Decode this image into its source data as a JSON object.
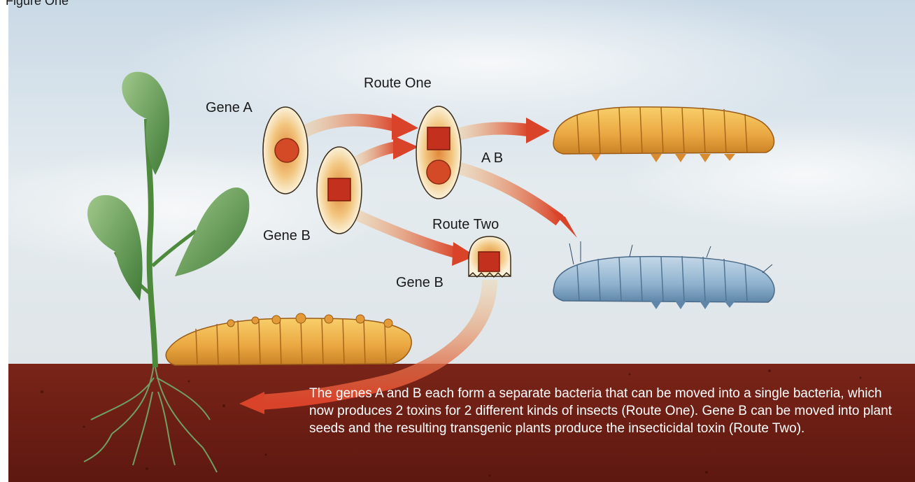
{
  "figure": {
    "title": "Figure One",
    "labels": {
      "gene_a": "Gene A",
      "gene_b_upper": "Gene B",
      "gene_b_lower": "Gene B",
      "route_one": "Route One",
      "route_two": "Route Two",
      "ab": "A B"
    },
    "caption": "The genes A and B each form a separate bacteria that can be moved into a single bacteria, which now produces 2 toxins for 2 different kinds of insects (Route One). Gene B can be moved into plant seeds and the resulting transgenic plants produce the insecticidal toxin (Route Two)."
  },
  "colors": {
    "sky": "#d6e2ea",
    "ground": "#6e1d14",
    "arrow": "#d9432a",
    "toxin": "#c4301e",
    "yellow_larva": "#f0b347",
    "blue_larva": "#8fb2cf",
    "leaf": "#5f9a4a"
  }
}
